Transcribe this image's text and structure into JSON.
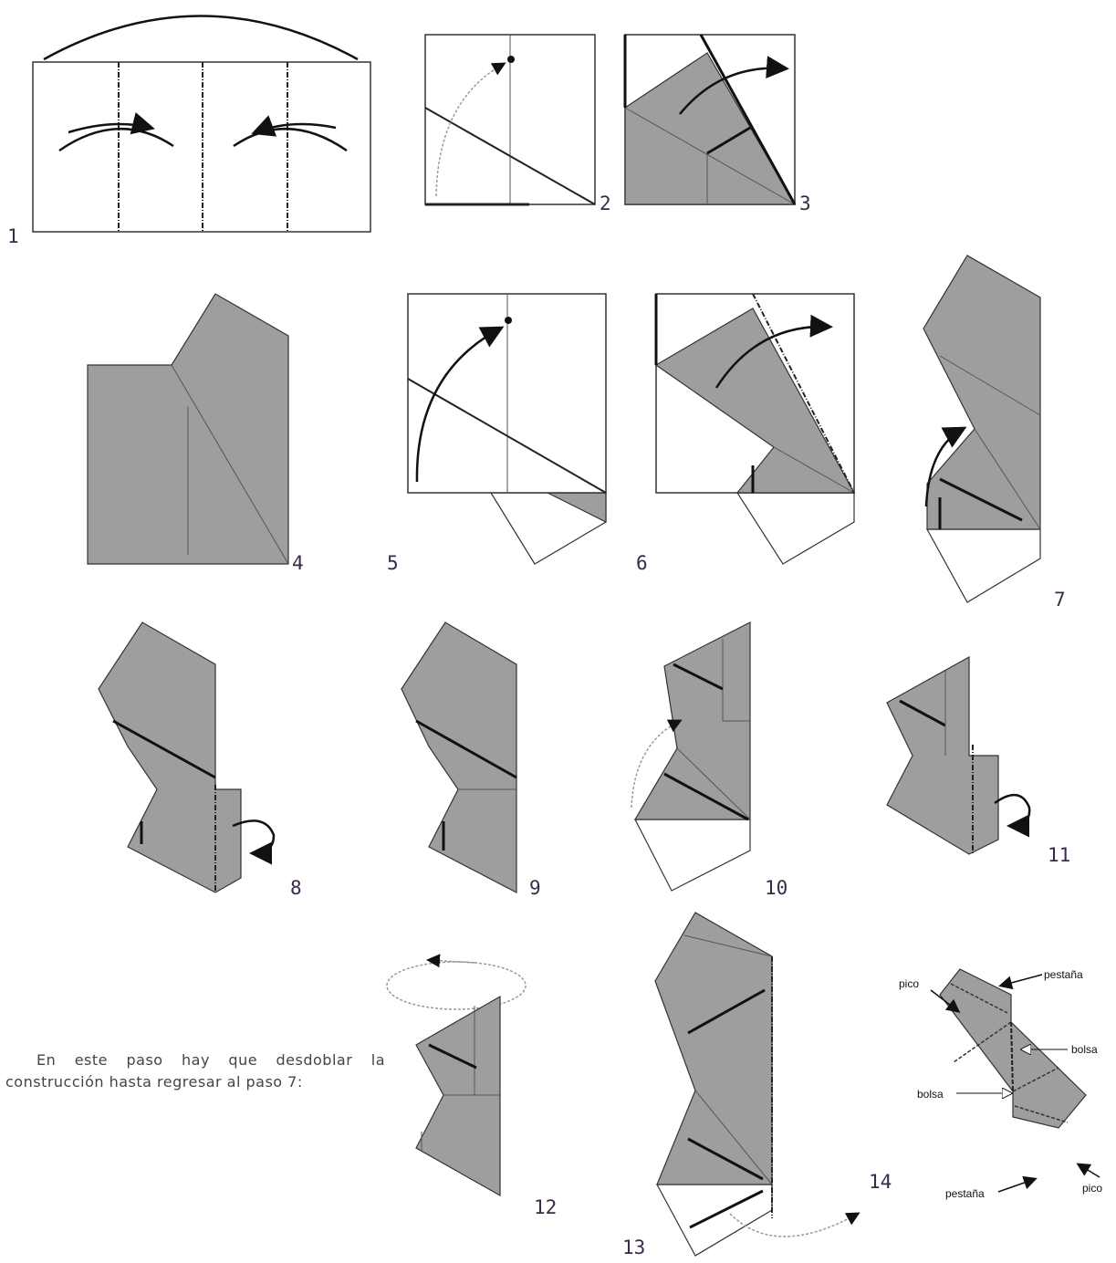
{
  "steps": [
    "1",
    "2",
    "3",
    "4",
    "5",
    "6",
    "7",
    "8",
    "9",
    "10",
    "11",
    "12",
    "13",
    "14"
  ],
  "instruction": "En este paso hay que desdoblar la construcción hasta regresar al paso 7:",
  "labels": {
    "pico_top": "pico",
    "pestana_top": "pestaña",
    "bolsa_right": "bolsa",
    "bolsa_left": "bolsa",
    "pestana_bottom": "pestaña",
    "pico_bottom": "pico"
  },
  "colors": {
    "paper": "#9e9e9e",
    "line": "#333333",
    "number": "#3a2a4a"
  }
}
